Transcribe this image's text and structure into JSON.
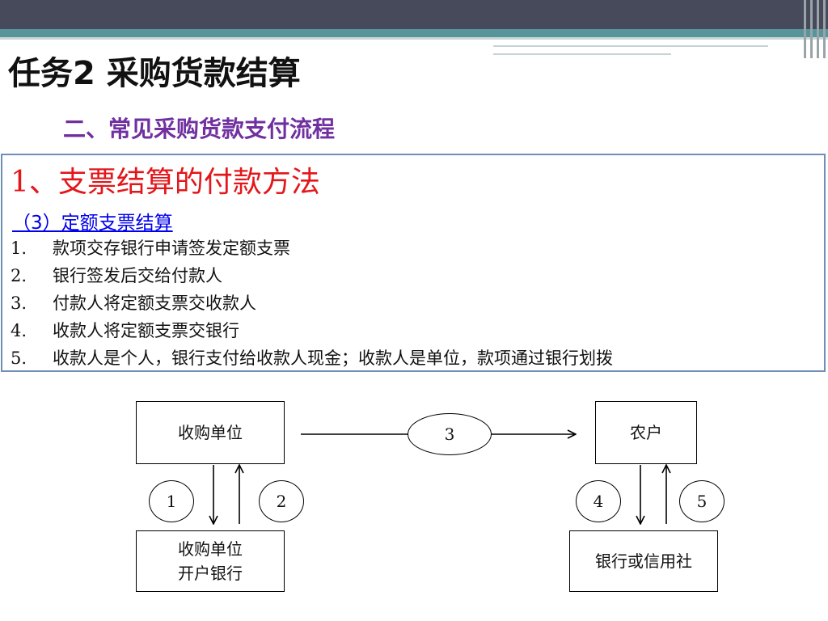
{
  "slide": {
    "title": "任务2  采购货款结算",
    "subtitle": "二、常见采购货款支付流程"
  },
  "content": {
    "heading": "1、支票结算的付款方法",
    "subheading": "（3）定额支票结算",
    "steps": [
      {
        "num": "1.",
        "text": "款项交存银行申请签发定额支票"
      },
      {
        "num": "2.",
        "text": "银行签发后交给付款人"
      },
      {
        "num": "3.",
        "text": "付款人将定额支票交收款人"
      },
      {
        "num": "4.",
        "text": "收款人将定额支票交银行"
      },
      {
        "num": "5.",
        "text": "收款人是个人，银行支付给收款人现金；收款人是单位，款项通过银行划拨"
      }
    ]
  },
  "diagram": {
    "nodes": {
      "buyer": "收购单位",
      "farmer": "农户",
      "buyer_bank": "收购单位\n开户银行",
      "farmer_bank": "银行或信用社"
    },
    "badges": [
      "1",
      "2",
      "3",
      "4",
      "5"
    ]
  },
  "theme": {
    "accent_dark": "#464a5b",
    "accent_teal": "#58959a",
    "title_color": "#111111",
    "subtitle_color": "#7030a0",
    "heading_color": "#e3171b",
    "link_color": "#0000ee",
    "box_border": "#6f8fb5"
  }
}
